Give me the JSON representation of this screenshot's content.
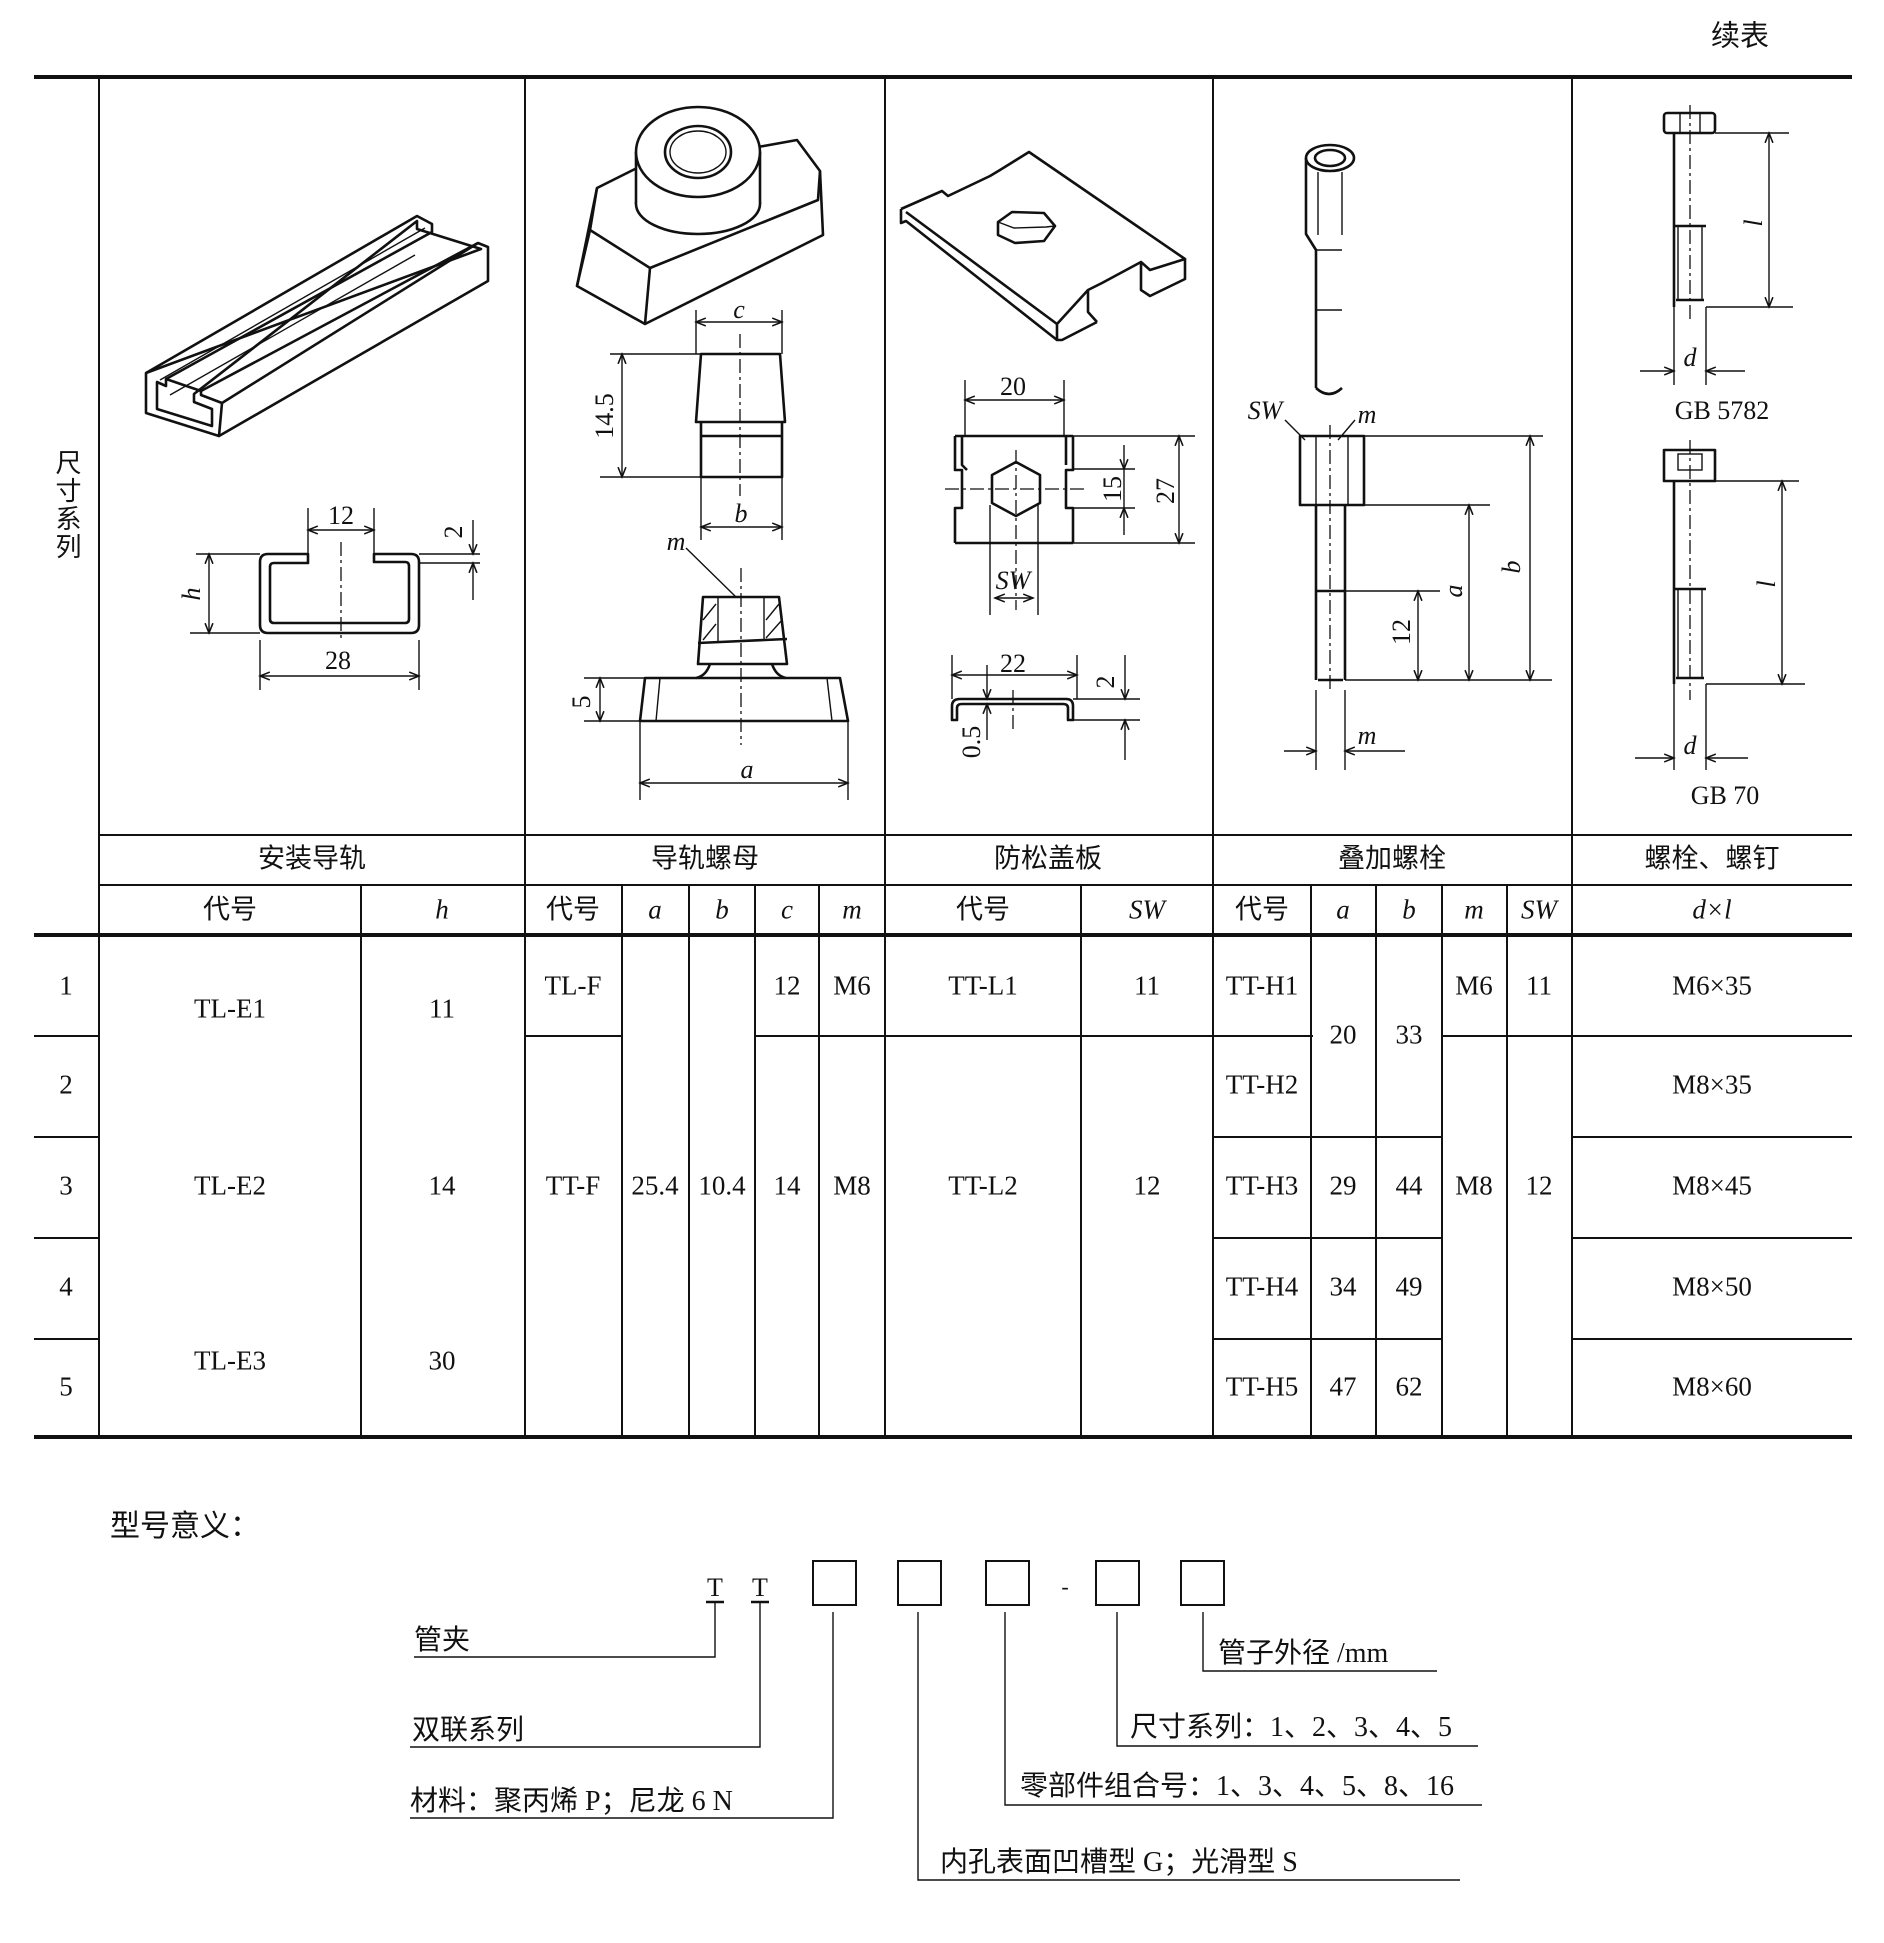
{
  "continuation_label": "续表",
  "row_header_label": "尺寸系列",
  "categories": [
    "安装导轨",
    "导轨螺母",
    "防松盖板",
    "叠加螺栓",
    "螺栓、螺钉"
  ],
  "subheaders": {
    "rail": [
      "代号",
      "h"
    ],
    "nut": [
      "代号",
      "a",
      "b",
      "c",
      "m"
    ],
    "cover": [
      "代号",
      "SW"
    ],
    "bolt": [
      "代号",
      "a",
      "b",
      "m",
      "SW"
    ],
    "screw": [
      "d×l"
    ]
  },
  "rows": [
    "1",
    "2",
    "3",
    "4",
    "5"
  ],
  "rail": [
    {
      "code": "TL-E1",
      "h": "11"
    },
    {
      "code": "TL-E2",
      "h": "14"
    },
    {
      "code": "TL-E3",
      "h": "30"
    }
  ],
  "nut": {
    "a": "25.4",
    "b": "10.4",
    "items": [
      {
        "code": "TL-F",
        "c": "12",
        "m": "M6"
      },
      {
        "code": "TT-F",
        "c": "14",
        "m": "M8"
      }
    ]
  },
  "cover": [
    {
      "code": "TT-L1",
      "SW": "11"
    },
    {
      "code": "TT-L2",
      "SW": "12"
    }
  ],
  "bolt": {
    "codes": [
      "TT-H1",
      "TT-H2",
      "TT-H3",
      "TT-H4",
      "TT-H5"
    ],
    "a": [
      "20",
      "29",
      "34",
      "47"
    ],
    "b": [
      "33",
      "44",
      "49",
      "62"
    ],
    "m": [
      "M6",
      "M8"
    ],
    "SW": [
      "11",
      "12"
    ]
  },
  "screw": [
    "M6×35",
    "M8×35",
    "M8×45",
    "M8×50",
    "M8×60"
  ],
  "drawing_labels": {
    "rail_width_slot": "12",
    "rail_thickness": "2",
    "rail_height": "h",
    "rail_width": "28",
    "nut_c": "c",
    "nut_height": "14.5",
    "nut_b": "b",
    "nut_m": "m",
    "nut_base": "5",
    "nut_a": "a",
    "cover_width": "20",
    "cover_inner": "15",
    "cover_height": "27",
    "cover_sw": "SW",
    "cover_side_width": "22",
    "cover_side_height": "2",
    "cover_side_thickness": "0.5",
    "bolt_sw": "SW",
    "bolt_m_top": "m",
    "bolt_12": "12",
    "bolt_a": "a",
    "bolt_b": "b",
    "bolt_m_bottom": "m",
    "screw1_l": "l",
    "screw1_d": "d",
    "screw1_std": "GB 5782",
    "screw2_l": "l",
    "screw2_d": "d",
    "screw2_std": "GB 70"
  },
  "model_code": {
    "title": "型号意义：",
    "prefix": [
      "T",
      "T"
    ],
    "separator": "-",
    "descriptions": {
      "clamp": "管夹",
      "twin_series": "双联系列",
      "material": "材料：聚丙烯 P；尼龙 6 N",
      "bore_surface": "内孔表面凹槽型 G；光滑型 S",
      "component_group": "零部件组合号：1、3、4、5、8、16",
      "size_series": "尺寸系列：1、2、3、4、5",
      "pipe_od": "管子外径 /mm"
    }
  }
}
